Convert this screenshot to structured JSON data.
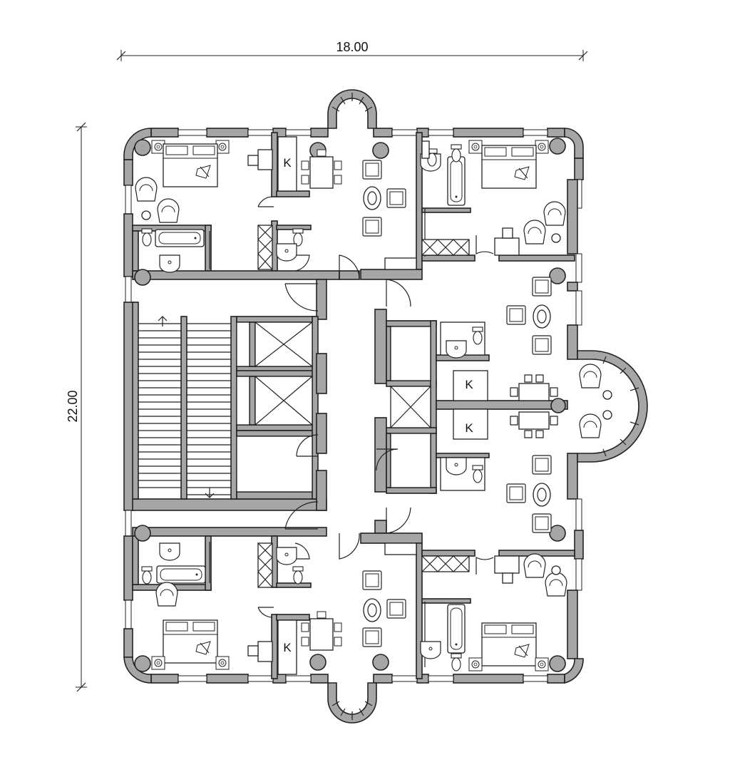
{
  "dimensions": {
    "width_label": "18.00",
    "height_label": "22.00"
  },
  "room_labels": {
    "kitchen": "K"
  },
  "colors": {
    "wall_fill": "#a6a6a6",
    "line": "#222222",
    "background": "#ffffff"
  }
}
